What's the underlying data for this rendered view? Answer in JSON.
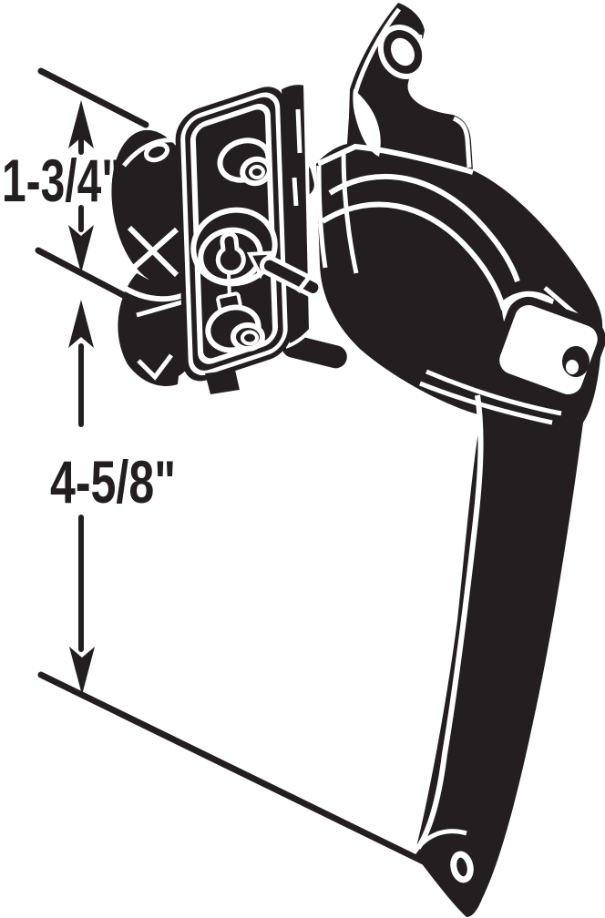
{
  "figure": {
    "kind": "technical-line-illustration",
    "colors": {
      "ink": "#231f20",
      "background": "#ffffff"
    }
  },
  "dimensions": {
    "upper": {
      "label": "1-3/4\""
    },
    "lower": {
      "label": "4-5/8\""
    }
  },
  "parts": {
    "mounting_plate": "mounting-plate",
    "keyed_cylinder": "keyed-cylinder-icon",
    "keyhole": "keyhole-icon",
    "key": "key-icon",
    "top_screw_post": "screw-post-top-icon",
    "bottom_screw_post": "screw-post-bottom-icon",
    "latch_mechanism": "latch-mechanism",
    "handle": "l-handle",
    "push_button": "push-button",
    "handle_screw_hole_top": "handle-screw-hole-top-icon",
    "handle_screw_hole_bottom": "handle-screw-hole-bottom-icon"
  }
}
